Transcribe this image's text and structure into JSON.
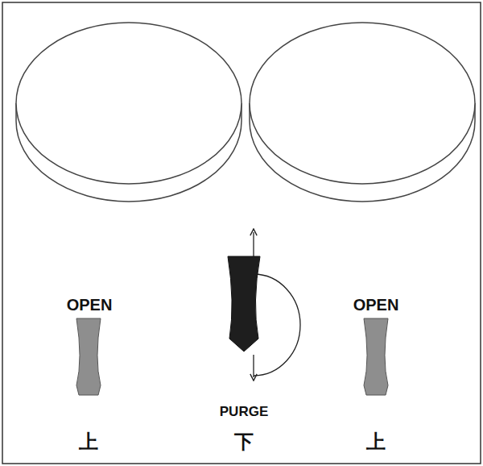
{
  "diagram": {
    "labels": [
      "OPEN",
      "OPEN",
      "PURGE",
      "上",
      "下",
      "上"
    ]
  }
}
